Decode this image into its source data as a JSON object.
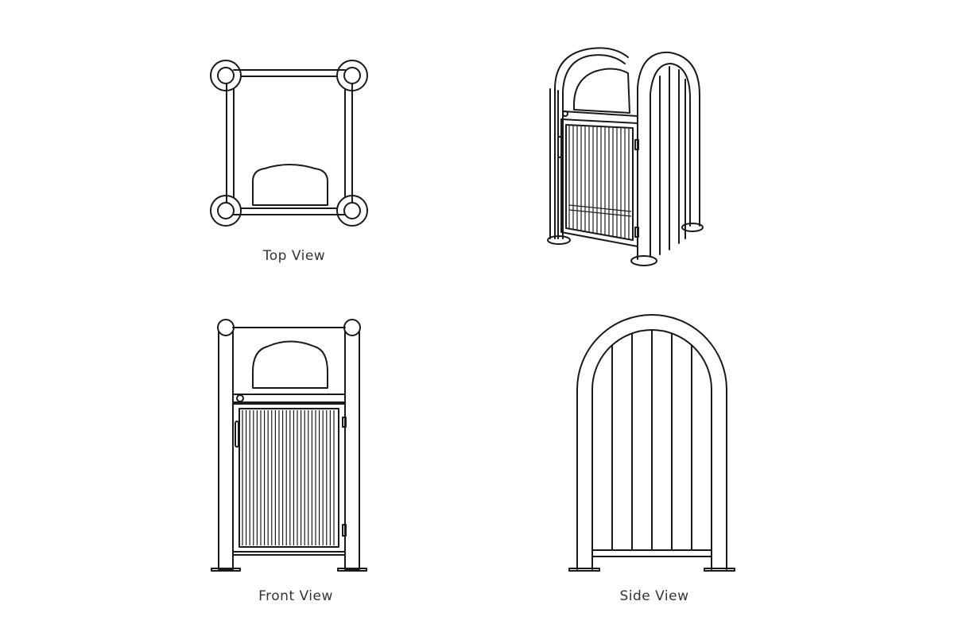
{
  "views": {
    "top": {
      "label": "Top View"
    },
    "isometric": {
      "label": ""
    },
    "front": {
      "label": "Front View"
    },
    "side": {
      "label": "Side View"
    }
  },
  "colors": {
    "line": "#1a1a1a",
    "background": "#ffffff",
    "label": "#333333"
  }
}
